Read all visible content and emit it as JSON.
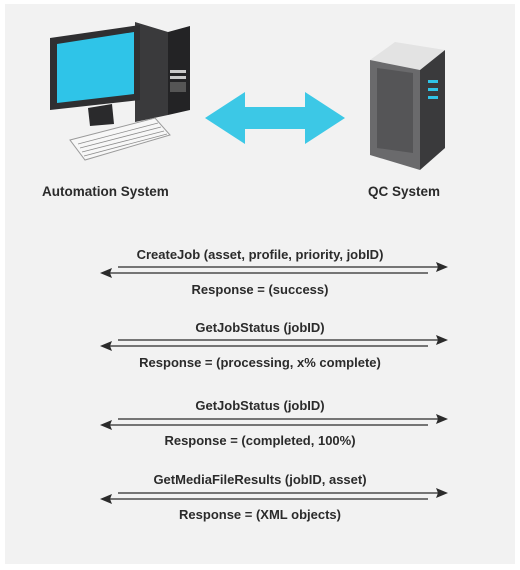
{
  "systems": {
    "automation_label": "Automation System",
    "qc_label": "QC System"
  },
  "messages": [
    {
      "request": "CreateJob (asset, profile, priority, jobID)",
      "response": "Response = (success)"
    },
    {
      "request": "GetJobStatus (jobID)",
      "response": "Response = (processing, x% complete)"
    },
    {
      "request": "GetJobStatus (jobID)",
      "response": "Response = (completed, 100%)"
    },
    {
      "request": "GetMediaFileResults (jobID, asset)",
      "response": "Response = (XML objects)"
    }
  ],
  "colors": {
    "background": "#f2f2f2",
    "arrow": "#3cc8e6",
    "screen": "#2fc4e8",
    "dark": "#2f2f31",
    "line": "#2b2b2b"
  },
  "icons": [
    "computer-icon",
    "server-icon",
    "bidirectional-arrow-icon"
  ]
}
